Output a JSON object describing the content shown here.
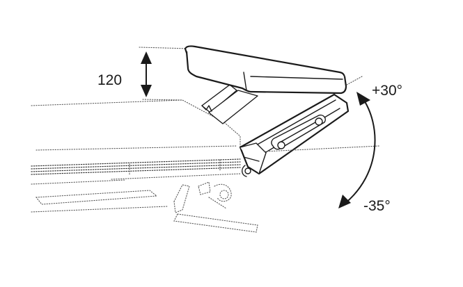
{
  "labels": {
    "height": "120",
    "angle_up": "+30°",
    "angle_down": "-35°"
  },
  "colors": {
    "line": "#1a1a1a",
    "dotted": "#555555",
    "background": "#ffffff"
  }
}
